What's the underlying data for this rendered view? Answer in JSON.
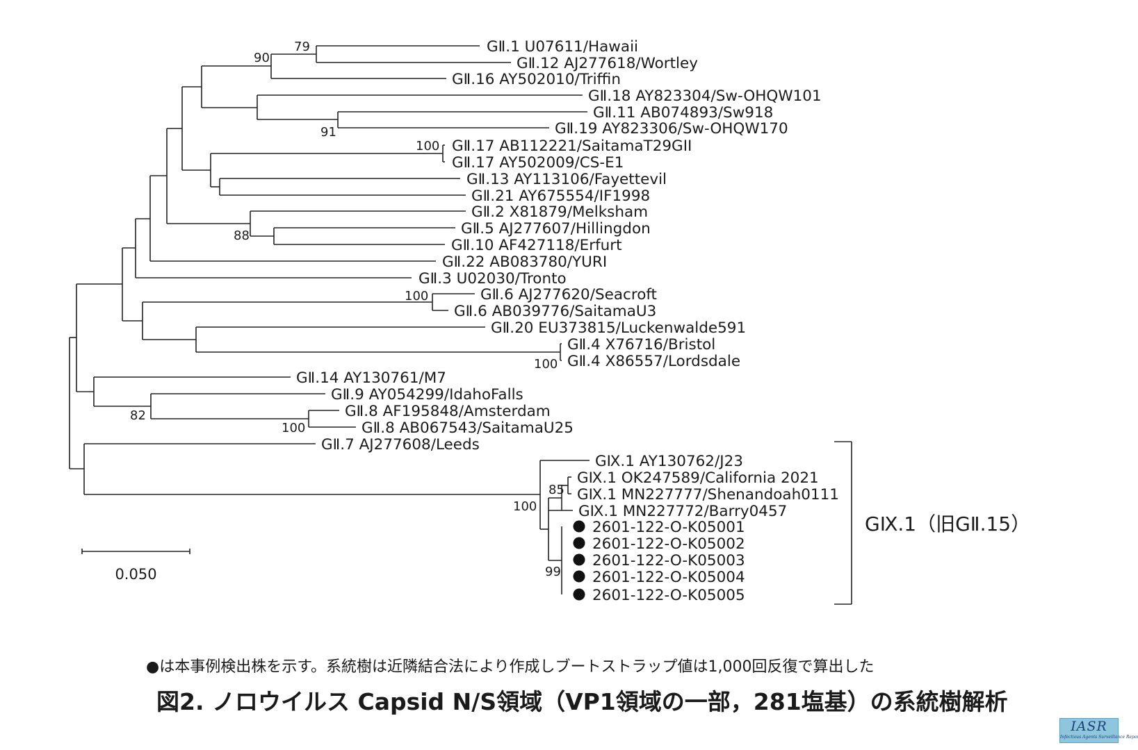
{
  "tree": {
    "taxa": [
      "GⅡ.1 U07611/Hawaii",
      "GⅡ.12 AJ277618/Wortley",
      "GⅡ.16 AY502010/Triffin",
      "GⅡ.18 AY823304/Sw-OHQW101",
      "GⅡ.11 AB074893/Sw918",
      "GⅡ.19 AY823306/Sw-OHQW170",
      "GⅡ.17 AB112221/SaitamaT29GII",
      "GⅡ.17 AY502009/CS-E1",
      "GⅡ.13 AY113106/Fayettevil",
      "GⅡ.21 AY675554/IF1998",
      "GⅡ.2 X81879/Melksham",
      "GⅡ.5 AJ277607/Hillingdon",
      "GⅡ.10 AF427118/Erfurt",
      "GⅡ.22 AB083780/YURI",
      "GⅡ.3 U02030/Tronto",
      "GⅡ.6 AJ277620/Seacroft",
      "GⅡ.6 AB039776/SaitamaU3",
      "GⅡ.20 EU373815/Luckenwalde591",
      "GⅡ.4 X76716/Bristol",
      "GⅡ.4 X86557/Lordsdale",
      "GⅡ.14 AY130761/M7",
      "GⅡ.9 AY054299/IdahoFalls",
      "GⅡ.8 AF195848/Amsterdam",
      "GⅡ.8 AB067543/SaitamaU25",
      "GⅡ.7 AJ277608/Leeds",
      "GⅨ.1 AY130762/J23",
      "GⅨ.1 OK247589/California 2021",
      "GⅨ.1 MN227777/Shenandoah0111",
      "GⅨ.1 MN227772/Barry0457",
      "2601-122-O-K05001",
      "2601-122-O-K05002",
      "2601-122-O-K05003",
      "2601-122-O-K05004",
      "2601-122-O-K05005"
    ],
    "marked_taxa": [
      "2601-122-O-K05001",
      "2601-122-O-K05002",
      "2601-122-O-K05003",
      "2601-122-O-K05004",
      "2601-122-O-K05005"
    ],
    "bootstrap_values": [
      "79",
      "90",
      "91",
      "100",
      "88",
      "100",
      "100",
      "82",
      "100",
      "85",
      "100",
      "99"
    ],
    "scale_bar_label": "0.050",
    "scale_bar_value": 0.05,
    "clade_label": "GⅨ.1（旧GⅡ.15）",
    "line_color": "#222222",
    "marker": "filled-circle"
  },
  "footnote": "●は本事例検出株を示す。系統樹は近隣結合法により作成しブートストラップ値は1,000回反復で算出した",
  "figure_title": "図2. ノロウイルス Capsid N/S領域（VP1領域の一部，281塩基）の系統樹解析",
  "logo": {
    "main": "IASR",
    "sub": "Infectious Agents Surveillance Report",
    "background": "#8ec6dd"
  }
}
